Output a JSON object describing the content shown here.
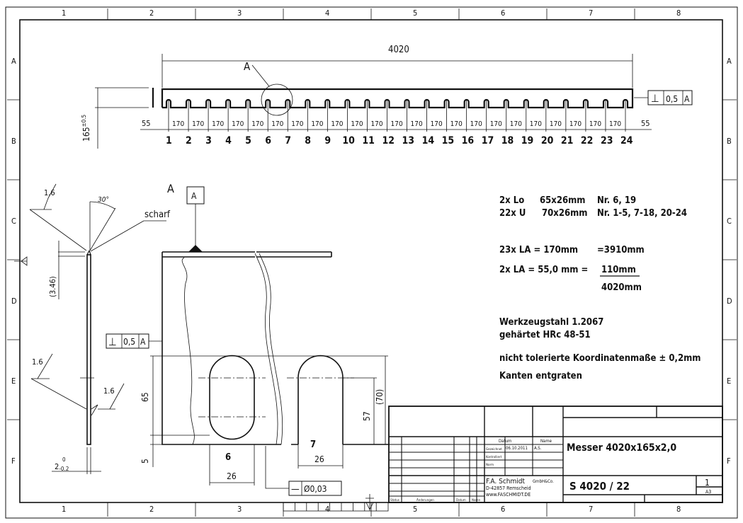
{
  "frame": {
    "columns": [
      "1",
      "2",
      "3",
      "4",
      "5",
      "6",
      "7",
      "8"
    ],
    "rows": [
      "A",
      "B",
      "C",
      "D",
      "E",
      "F"
    ]
  },
  "top_view": {
    "overall_length": "4020",
    "detail_marker": "A",
    "end_left": "55",
    "end_right": "55",
    "pitch": [
      "170",
      "170",
      "170",
      "170",
      "170",
      "170",
      "170",
      "170",
      "170",
      "170",
      "170",
      "170",
      "170",
      "170",
      "170",
      "170",
      "170",
      "170",
      "170",
      "170",
      "170",
      "170",
      "170"
    ],
    "slot_numbers": [
      "1",
      "2",
      "3",
      "4",
      "5",
      "6",
      "7",
      "8",
      "9",
      "10",
      "11",
      "12",
      "13",
      "14",
      "15",
      "16",
      "17",
      "18",
      "19",
      "20",
      "21",
      "22",
      "23",
      "24"
    ],
    "height": "165",
    "height_tol": "±0.5",
    "fcf": {
      "symbol": "⊥",
      "value": "0,5",
      "datum": "A"
    }
  },
  "section_view": {
    "roughness": [
      "1.6",
      "1.6",
      "1.6"
    ],
    "angle": "30°",
    "edge_note": "scharf",
    "bevel_dim": "(3.46)",
    "thickness": "2",
    "thickness_upper": "0",
    "thickness_lower": "-0.2"
  },
  "detail_view": {
    "title": "A",
    "datum": "A",
    "fcf": {
      "symbol": "⊥",
      "value": "0,5",
      "datum": "A"
    },
    "dim_65": "65",
    "dim_5": "5",
    "dim_26a": "26",
    "dim_26b": "26",
    "dim_57": "57",
    "dim_70": "(70)",
    "slot_6": "6",
    "slot_7": "7",
    "flatness": {
      "symbol": "—",
      "value": "Ø0,03"
    }
  },
  "notes": {
    "lo_qty": "2x Lo",
    "lo_size": "65x26mm",
    "lo_nr": "Nr. 6, 19",
    "u_qty": "22x U",
    "u_size": "70x26mm",
    "u_nr": "Nr. 1-5, 7-18, 20-24",
    "la1": "23x LA = 170mm",
    "la1_total": "=3910mm",
    "la2": "2x  LA  =  55,0 mm =",
    "la2_total": "110mm",
    "sum": "4020mm",
    "material": "Werkzeugstahl 1.2067",
    "hardness": "gehärtet  HRc 48-51",
    "tolerance": "nicht tolerierte Koordinatenmaße ± 0,2mm",
    "deburr": "Kanten entgraten"
  },
  "title_block": {
    "col_datum": "Datum",
    "col_name": "Name",
    "row_drawn": "Gezeichnet",
    "drawn_date": "06.10.2011",
    "drawn_name": "A.S.",
    "row_checked": "Kontrolliert",
    "row_norm": "Norm",
    "part_name": "Messer 4020x165x2,0",
    "company": "F.A. Schmidt",
    "company_form": "GmbH&Co.",
    "address": "D-42857 Remscheid",
    "website": "www.FASCHMIDT.DE",
    "drawing_no": "S 4020 / 22",
    "sheet": "1",
    "format": "A3",
    "rev_status": "Status",
    "rev_changes": "Änderungen",
    "rev_date": "Datum",
    "rev_name": "Name"
  }
}
